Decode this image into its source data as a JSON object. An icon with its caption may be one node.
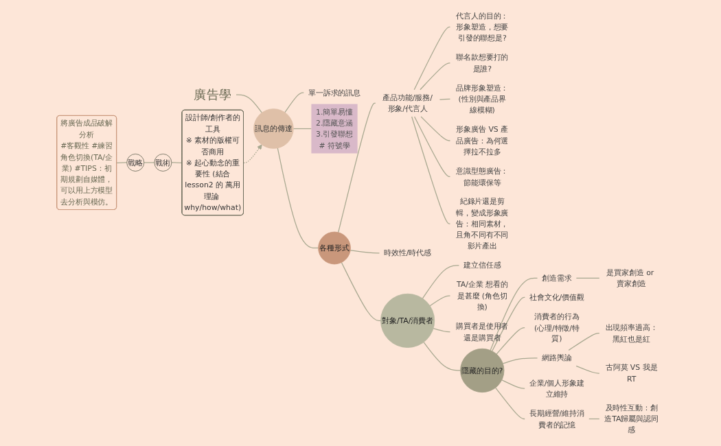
{
  "diagram": {
    "nodes": [
      {
        "text": [
          "廣告學"
        ]
      },
      {
        "text": [
          "訊息的傳達"
        ]
      },
      {
        "text": [
          "單一訴求的訊息"
        ]
      },
      {
        "text": [
          "1.簡單易懂",
          "2.隱藏意涵",
          "3.引發聯想",
          "# 符號學"
        ]
      },
      {
        "text": [
          "各種形式"
        ]
      },
      {
        "text": [
          "產品功能/服務/形象/代言人"
        ]
      },
      {
        "text": [
          "代言人的目的：形象塑造，想要引發的聯想是?"
        ]
      },
      {
        "text": [
          "聯名款想要打的是誰?"
        ]
      },
      {
        "text": [
          "品牌形象塑造：(性別與產品界線模糊)"
        ]
      },
      {
        "text": [
          "形象廣告 VS 產品廣告：為何選擇拉不拉多"
        ]
      },
      {
        "text": [
          "意識型態廣告：節能環保等"
        ]
      },
      {
        "text": [
          "紀錄片還是剪輯，變成形象廣告：相同素材，且角不同有不同影片產出"
        ]
      },
      {
        "text": [
          "時效性/時代感"
        ]
      },
      {
        "text": [
          "對象/TA/消費者"
        ]
      },
      {
        "text": [
          "建立信任感"
        ]
      },
      {
        "text": [
          "TA/企業 想看的是甚麼 (角色切換)"
        ]
      },
      {
        "text": [
          "購買者是使用者還是購買者"
        ]
      },
      {
        "text": [
          "隱藏的目的?"
        ]
      },
      {
        "text": [
          "創造需求"
        ]
      },
      {
        "text": [
          "是買家創造 or 賣家創造"
        ]
      },
      {
        "text": [
          "社會文化/價值觀"
        ]
      },
      {
        "text": [
          "消費者的行為(心理/特徵/特質)"
        ]
      },
      {
        "text": [
          "網路輿論"
        ]
      },
      {
        "text": [
          "出現頻率過高：黑紅也是紅"
        ]
      },
      {
        "text": [
          "古阿莫 VS 我是RT"
        ]
      },
      {
        "text": [
          "企業/個人形象建立維持"
        ]
      },
      {
        "text": [
          "長期經營/維持消費者的記憶"
        ]
      },
      {
        "text": [
          "及時性互動：創造TA歸屬與認同感"
        ]
      },
      {
        "text": [
          "將廣告成品破解分析",
          "#客觀性 #練習角色切換(TA/企業) #TIPS：初期規劃自媒體，可以用上方模型去分析與模仿。"
        ]
      },
      {
        "text": [
          "戰略"
        ]
      },
      {
        "text": [
          "戰術"
        ]
      },
      {
        "text": [
          "設計師/創作者的工具",
          "※ 素材的版權可否商用",
          "※ 起心動念的重要性 (結合lesson2 的 萬用理論 why/how/what)"
        ]
      }
    ],
    "edges": [
      {
        "from": 0,
        "to": 1,
        "arrow": "none"
      },
      {
        "from": 1,
        "to": 2,
        "arrow": "none"
      },
      {
        "from": 1,
        "to": 3,
        "arrow": "none"
      },
      {
        "from": 1,
        "to": 4,
        "arrow": "none"
      },
      {
        "from": 4,
        "to": 5,
        "arrow": "none"
      },
      {
        "from": 5,
        "to": 6,
        "arrow": "none"
      },
      {
        "from": 5,
        "to": 7,
        "arrow": "none"
      },
      {
        "from": 5,
        "to": 8,
        "arrow": "none"
      },
      {
        "from": 5,
        "to": 9,
        "arrow": "none"
      },
      {
        "from": 5,
        "to": 10,
        "arrow": "none"
      },
      {
        "from": 5,
        "to": 11,
        "arrow": "none"
      },
      {
        "from": 4,
        "to": 12,
        "arrow": "none"
      },
      {
        "from": 4,
        "to": 13,
        "arrow": "none"
      },
      {
        "from": 13,
        "to": 14,
        "arrow": "none"
      },
      {
        "from": 13,
        "to": 15,
        "arrow": "none"
      },
      {
        "from": 13,
        "to": 16,
        "arrow": "none"
      },
      {
        "from": 13,
        "to": 17,
        "arrow": "none"
      },
      {
        "from": 17,
        "to": 18,
        "arrow": "none"
      },
      {
        "from": 18,
        "to": 19,
        "arrow": "none"
      },
      {
        "from": 17,
        "to": 20,
        "arrow": "none"
      },
      {
        "from": 17,
        "to": 21,
        "arrow": "none"
      },
      {
        "from": 17,
        "to": 22,
        "arrow": "none"
      },
      {
        "from": 22,
        "to": 23,
        "arrow": "none"
      },
      {
        "from": 22,
        "to": 24,
        "arrow": "none"
      },
      {
        "from": 17,
        "to": 25,
        "arrow": "none"
      },
      {
        "from": 17,
        "to": 26,
        "arrow": "none"
      },
      {
        "from": 26,
        "to": 27,
        "arrow": "none"
      },
      {
        "from": 28,
        "to": 29,
        "arrow": "none"
      },
      {
        "from": 29,
        "to": 30,
        "arrow": "none"
      },
      {
        "from": 30,
        "to": 31,
        "arrow": "none"
      },
      {
        "from": 31,
        "to": 1,
        "arrow": "to",
        "style": "dashed"
      }
    ]
  }
}
